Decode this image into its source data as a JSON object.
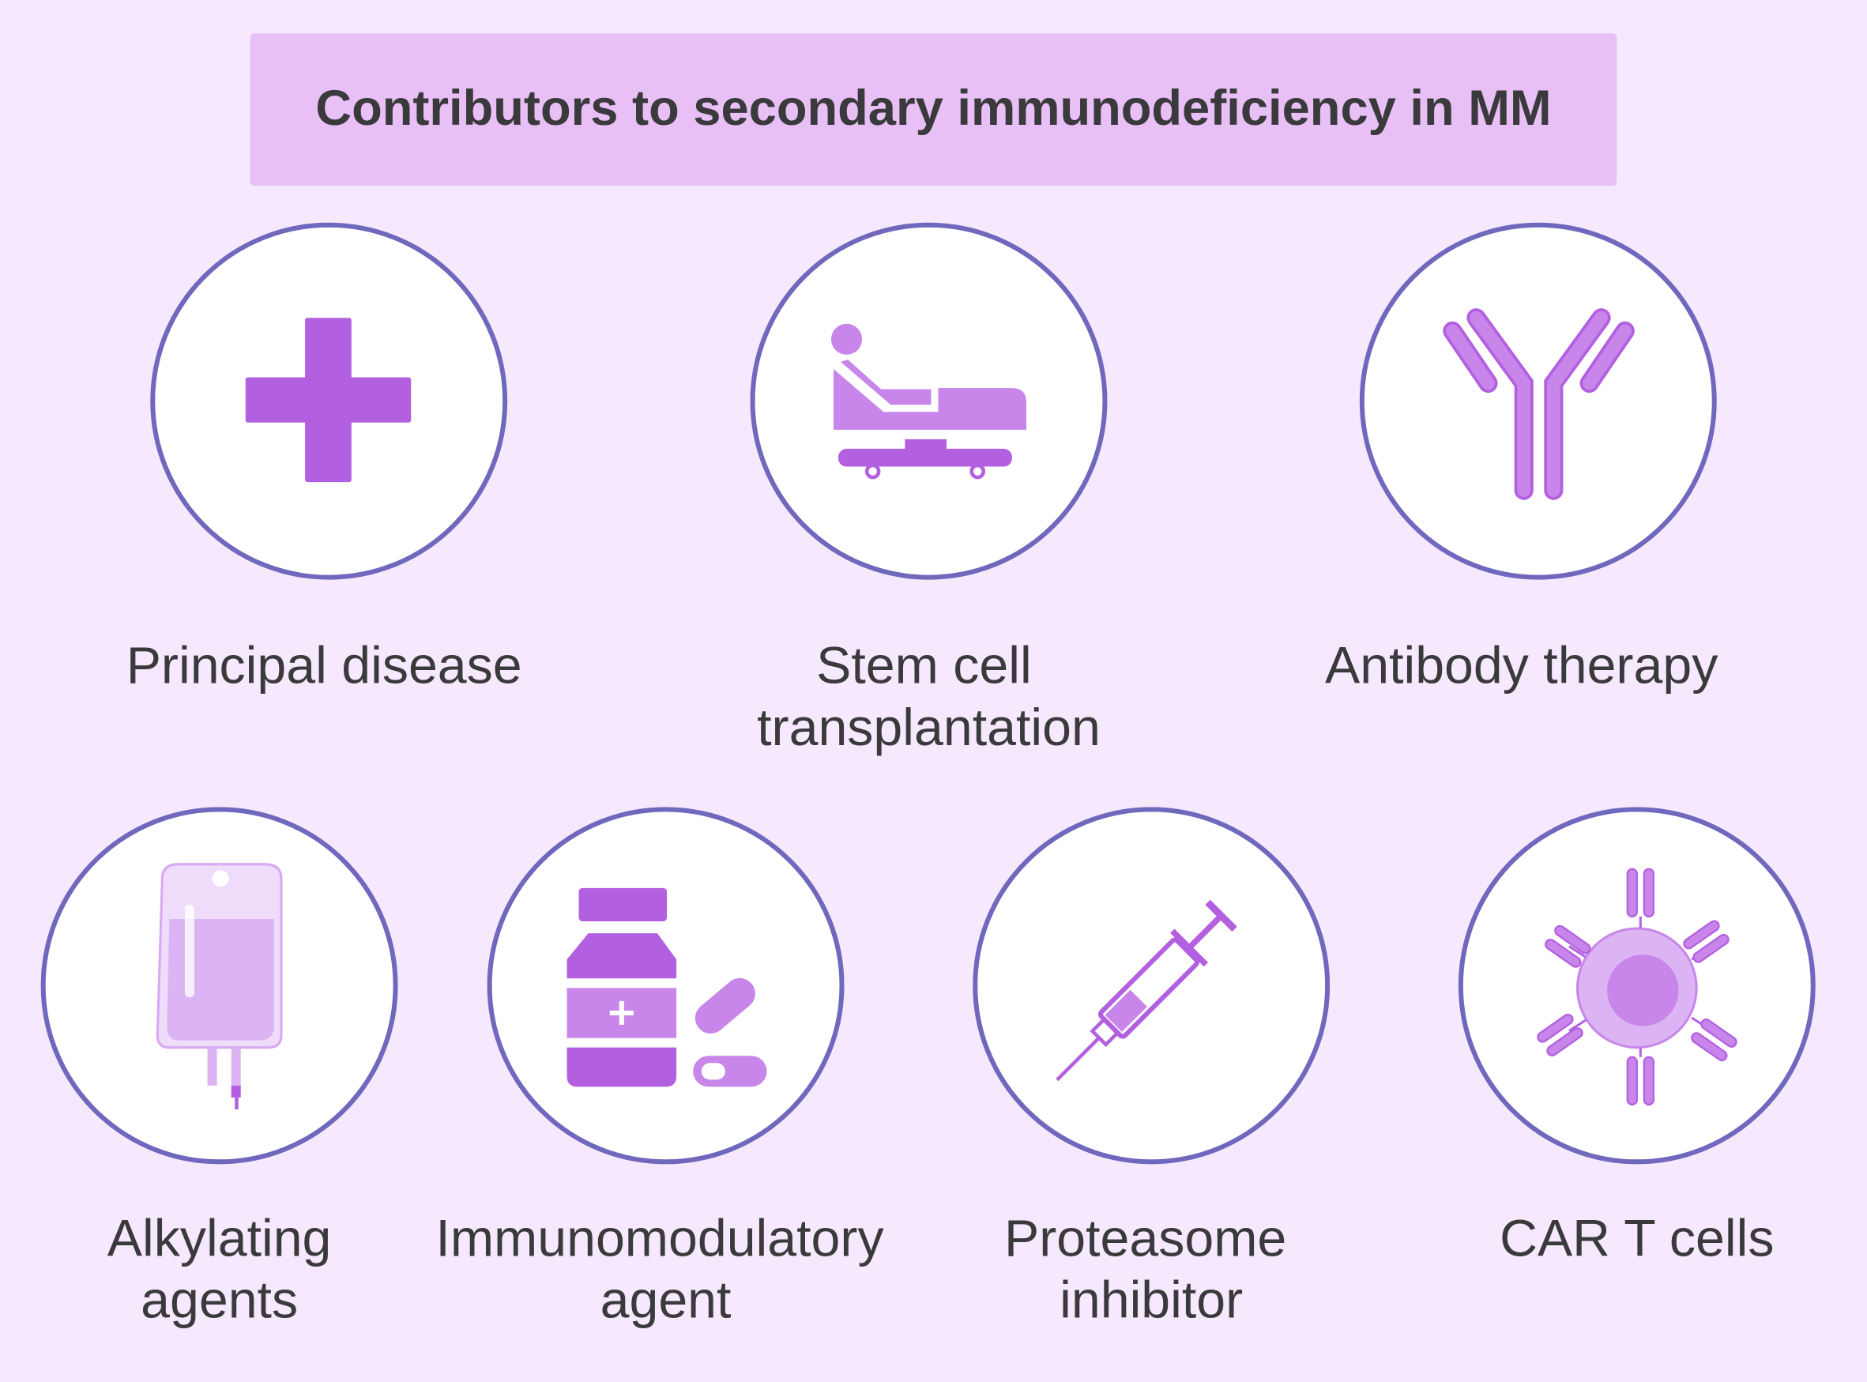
{
  "title": "Contributors to secondary immunodeficiency in MM",
  "colors": {
    "background": "#f6e9fe",
    "title_box": "#e8c0f6",
    "ring": "#6f68bd",
    "icon_dark": "#b360e0",
    "icon_light": "#c886ea"
  },
  "items": [
    {
      "label": [
        "Principal disease"
      ],
      "icon": "medical-cross-icon"
    },
    {
      "label": [
        "Stem cell",
        "transplantation"
      ],
      "icon": "patient-bed-icon"
    },
    {
      "label": [
        "Antibody therapy"
      ],
      "icon": "antibody-icon"
    },
    {
      "label": [
        "Alkylating",
        "agents"
      ],
      "icon": "iv-bag-icon"
    },
    {
      "label": [
        "Immunomodulatory",
        "agent"
      ],
      "icon": "pill-bottle-icon"
    },
    {
      "label": [
        "Proteasome",
        "inhibitor"
      ],
      "icon": "syringe-icon"
    },
    {
      "label": [
        "CAR T cells"
      ],
      "icon": "car-t-cell-icon"
    }
  ]
}
